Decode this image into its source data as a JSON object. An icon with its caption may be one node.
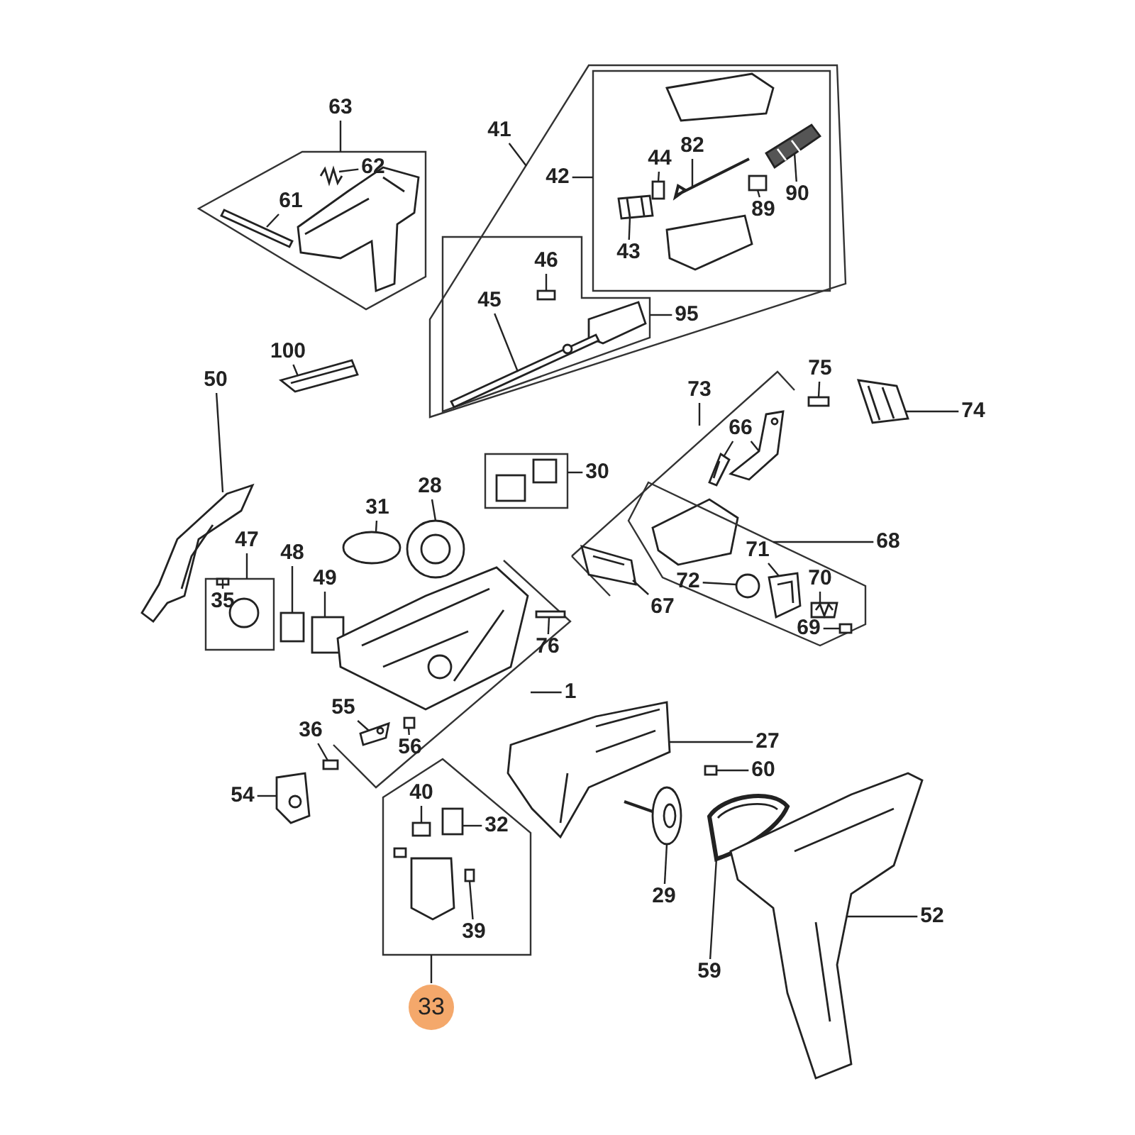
{
  "diagram": {
    "nodes": [
      {
        "text": [
          "63"
        ]
      },
      {
        "text": [
          "62"
        ],
        "in": 47
      },
      {
        "text": [
          "61"
        ],
        "in": 47
      },
      {
        "text": [
          "41"
        ]
      },
      {
        "text": [
          "42"
        ],
        "in": 48
      },
      {
        "text": [
          "44"
        ],
        "in": 49
      },
      {
        "text": [
          "82"
        ],
        "in": 49
      },
      {
        "text": [
          "90"
        ],
        "in": 49
      },
      {
        "text": [
          "89"
        ],
        "in": 49
      },
      {
        "text": [
          "43"
        ],
        "in": 49
      },
      {
        "text": [
          "46"
        ],
        "in": 50
      },
      {
        "text": [
          "45"
        ],
        "in": 50
      },
      {
        "text": [
          "95"
        ],
        "in": 48
      },
      {
        "text": [
          "100"
        ]
      },
      {
        "text": [
          "50"
        ]
      },
      {
        "text": [
          "75"
        ]
      },
      {
        "text": [
          "74"
        ]
      },
      {
        "text": [
          "73"
        ]
      },
      {
        "text": [
          "66"
        ]
      },
      {
        "text": [
          "30"
        ]
      },
      {
        "text": [
          "31"
        ]
      },
      {
        "text": [
          "28"
        ]
      },
      {
        "text": [
          "47"
        ]
      },
      {
        "text": [
          "48"
        ]
      },
      {
        "text": [
          "49"
        ]
      },
      {
        "text": [
          "68"
        ]
      },
      {
        "text": [
          "71"
        ],
        "in": 53
      },
      {
        "text": [
          "72"
        ],
        "in": 53
      },
      {
        "text": [
          "70"
        ],
        "in": 53
      },
      {
        "text": [
          "35"
        ],
        "in": 51
      },
      {
        "text": [
          "67"
        ]
      },
      {
        "text": [
          "69"
        ],
        "in": 53
      },
      {
        "text": [
          "76"
        ]
      },
      {
        "text": [
          "1"
        ]
      },
      {
        "text": [
          "55"
        ]
      },
      {
        "text": [
          "36"
        ]
      },
      {
        "text": [
          "56"
        ]
      },
      {
        "text": [
          "27"
        ]
      },
      {
        "text": [
          "60"
        ]
      },
      {
        "text": [
          "54"
        ]
      },
      {
        "text": [
          "40"
        ],
        "in": 54
      },
      {
        "text": [
          "32"
        ],
        "in": 54
      },
      {
        "text": [
          "39"
        ],
        "in": 54
      },
      {
        "text": [
          "29"
        ]
      },
      {
        "text": [
          "59"
        ]
      },
      {
        "text": [
          "52"
        ]
      },
      {
        "text": [
          "33"
        ]
      },
      {
        "text": [],
        "shape": "box"
      },
      {
        "text": [],
        "shape": "box"
      },
      {
        "text": [],
        "shape": "box",
        "in": 48
      },
      {
        "text": [],
        "shape": "box",
        "in": 48
      },
      {
        "text": [],
        "shape": "box"
      },
      {
        "text": [],
        "shape": "box"
      },
      {
        "text": [],
        "shape": "box"
      },
      {
        "text": [],
        "shape": "box"
      },
      {
        "text": [],
        "shape": "picture",
        "in": 47
      },
      {
        "text": [],
        "shape": "picture",
        "in": 47
      },
      {
        "text": [],
        "shape": "box",
        "in": 49
      },
      {
        "text": [],
        "shape": "picture",
        "in": 49
      },
      {
        "text": [],
        "shape": "picture",
        "in": 49
      },
      {
        "text": [],
        "shape": "box",
        "in": 49
      },
      {
        "text": [],
        "shape": "picture",
        "in": 49
      },
      {
        "text": [],
        "shape": "box",
        "in": 50
      },
      {
        "text": [],
        "shape": "picture",
        "in": 50
      },
      {
        "text": [],
        "shape": "picture"
      },
      {
        "text": [],
        "shape": "picture"
      },
      {
        "text": [],
        "shape": "box"
      },
      {
        "text": [],
        "shape": "picture"
      },
      {
        "text": [],
        "shape": "picture"
      },
      {
        "text": [],
        "shape": "picture"
      },
      {
        "text": [],
        "shape": "circle"
      },
      {
        "text": [],
        "shape": "picture"
      },
      {
        "text": [],
        "shape": "box"
      },
      {
        "text": [],
        "shape": "box"
      },
      {
        "text": [],
        "shape": "picture",
        "in": 53
      },
      {
        "text": [],
        "shape": "circle",
        "in": 53
      },
      {
        "text": [],
        "shape": "picture",
        "in": 53
      },
      {
        "text": [],
        "shape": "box",
        "in": 51
      },
      {
        "text": [],
        "shape": "picture"
      },
      {
        "text": [],
        "shape": "box",
        "in": 53
      },
      {
        "text": [],
        "shape": "box"
      },
      {
        "text": [],
        "shape": "picture"
      },
      {
        "text": [],
        "shape": "box"
      },
      {
        "text": [],
        "shape": "box"
      },
      {
        "text": [],
        "shape": "picture"
      },
      {
        "text": [],
        "shape": "box"
      },
      {
        "text": [],
        "shape": "picture"
      },
      {
        "text": [],
        "shape": "box",
        "in": 54
      },
      {
        "text": [],
        "shape": "box",
        "in": 54
      },
      {
        "text": [],
        "shape": "box",
        "in": 54
      },
      {
        "text": [],
        "shape": "picture"
      },
      {
        "text": [],
        "shape": "picture"
      },
      {
        "text": [],
        "shape": "picture"
      },
      {
        "text": [],
        "shape": "picture"
      }
    ],
    "edges": [
      {
        "from": 0,
        "to": 47,
        "arrow": "none"
      },
      {
        "from": 1,
        "to": 55,
        "arrow": "none"
      },
      {
        "from": 2,
        "to": 56,
        "arrow": "none"
      },
      {
        "from": 3,
        "to": 48,
        "arrow": "none"
      },
      {
        "from": 4,
        "to": 49,
        "arrow": "none"
      },
      {
        "from": 5,
        "to": 57,
        "arrow": "none"
      },
      {
        "from": 6,
        "to": 58,
        "arrow": "none"
      },
      {
        "from": 7,
        "to": 59,
        "arrow": "none"
      },
      {
        "from": 8,
        "to": 60,
        "arrow": "none"
      },
      {
        "from": 9,
        "to": 61,
        "arrow": "none"
      },
      {
        "from": 10,
        "to": 62,
        "arrow": "none"
      },
      {
        "from": 11,
        "to": 63,
        "arrow": "none"
      },
      {
        "from": 12,
        "to": 50,
        "arrow": "none"
      },
      {
        "from": 13,
        "to": 64,
        "arrow": "none"
      },
      {
        "from": 14,
        "to": 65,
        "arrow": "none"
      },
      {
        "from": 15,
        "to": 66,
        "arrow": "none"
      },
      {
        "from": 16,
        "to": 67,
        "arrow": "none"
      },
      {
        "from": 17,
        "to": null,
        "arrow": "none"
      },
      {
        "from": 18,
        "to": 68,
        "arrow": "none"
      },
      {
        "from": 18,
        "to": 69,
        "arrow": "none"
      },
      {
        "from": 19,
        "to": 52,
        "arrow": "none"
      },
      {
        "from": 20,
        "to": 70,
        "arrow": "none"
      },
      {
        "from": 21,
        "to": 71,
        "arrow": "none"
      },
      {
        "from": 22,
        "to": 51,
        "arrow": "none"
      },
      {
        "from": 23,
        "to": 72,
        "arrow": "none"
      },
      {
        "from": 24,
        "to": 73,
        "arrow": "none"
      },
      {
        "from": 25,
        "to": 53,
        "arrow": "none"
      },
      {
        "from": 26,
        "to": 74,
        "arrow": "none"
      },
      {
        "from": 27,
        "to": 75,
        "arrow": "none"
      },
      {
        "from": 28,
        "to": 76,
        "arrow": "none"
      },
      {
        "from": 29,
        "to": 77,
        "arrow": "none"
      },
      {
        "from": 30,
        "to": 78,
        "arrow": "none"
      },
      {
        "from": 31,
        "to": 79,
        "arrow": "none"
      },
      {
        "from": 32,
        "to": 80,
        "arrow": "none"
      },
      {
        "from": 33,
        "to": null,
        "arrow": "none"
      },
      {
        "from": 34,
        "to": 81,
        "arrow": "none"
      },
      {
        "from": 35,
        "to": 82,
        "arrow": "none"
      },
      {
        "from": 36,
        "to": 83,
        "arrow": "none"
      },
      {
        "from": 37,
        "to": 84,
        "arrow": "none"
      },
      {
        "from": 38,
        "to": 85,
        "arrow": "none"
      },
      {
        "from": 39,
        "to": 86,
        "arrow": "none"
      },
      {
        "from": 40,
        "to": 87,
        "arrow": "none"
      },
      {
        "from": 41,
        "to": 88,
        "arrow": "none"
      },
      {
        "from": 42,
        "to": 89,
        "arrow": "none"
      },
      {
        "from": 43,
        "to": 90,
        "arrow": "none"
      },
      {
        "from": 44,
        "to": 91,
        "arrow": "none"
      },
      {
        "from": 45,
        "to": 92,
        "arrow": "none"
      },
      {
        "from": 46,
        "to": 54,
        "arrow": "none"
      }
    ]
  }
}
